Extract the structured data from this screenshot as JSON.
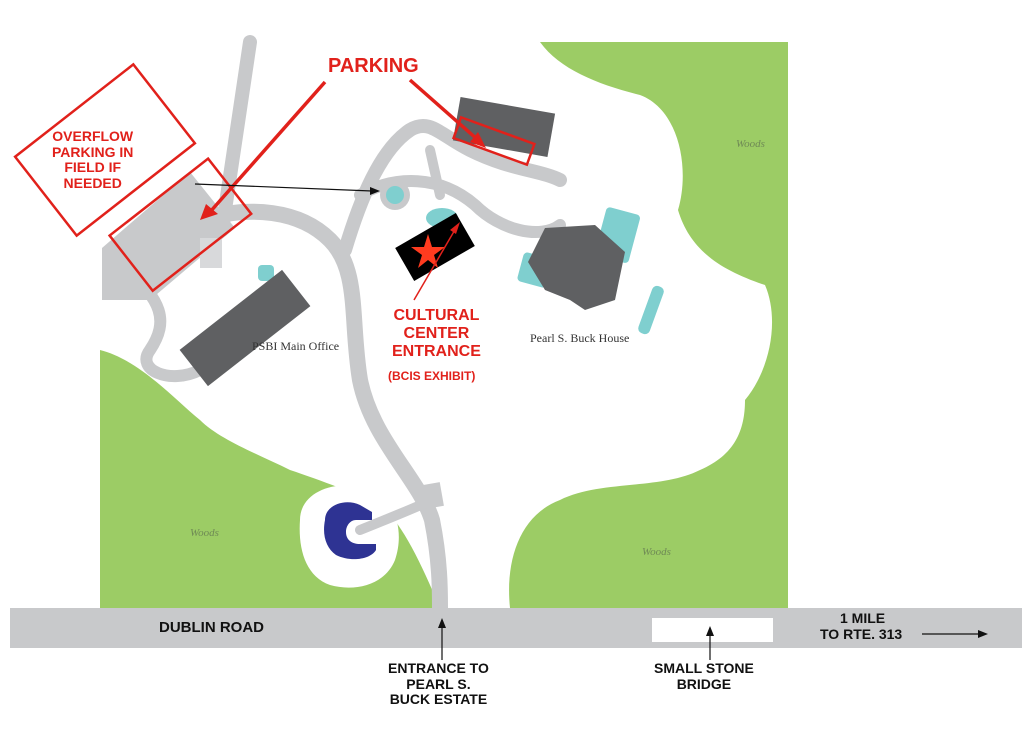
{
  "colors": {
    "woods": "#9ccc65",
    "road": "#c8c9cb",
    "building": "#5f6062",
    "water": "#7fcfcf",
    "pond": "#2e3393",
    "accent_red": "#e1211b",
    "star": "#ff3b1f"
  },
  "labels": {
    "parking": "PARKING",
    "overflow": [
      "OVERFLOW",
      "PARKING IN",
      "FIELD IF",
      "NEEDED"
    ],
    "cultural_center": [
      "CULTURAL",
      "CENTER",
      "ENTRANCE"
    ],
    "bcis_exhibit": "(BCIS EXHIBIT)",
    "psbi_main_office": "PSBI Main Office",
    "pearl_buck_house": "Pearl S. Buck House",
    "woods": [
      "Woods",
      "Woods",
      "Woods"
    ],
    "dublin_road": "DUBLIN ROAD",
    "entrance": [
      "ENTRANCE TO",
      "PEARL S.",
      "BUCK ESTATE"
    ],
    "small_stone_bridge": [
      "SMALL STONE",
      "BRIDGE"
    ],
    "one_mile": "1 MILE",
    "to_rte": "TO RTE. 313"
  },
  "icons": [
    "star-icon",
    "arrow-icon"
  ]
}
